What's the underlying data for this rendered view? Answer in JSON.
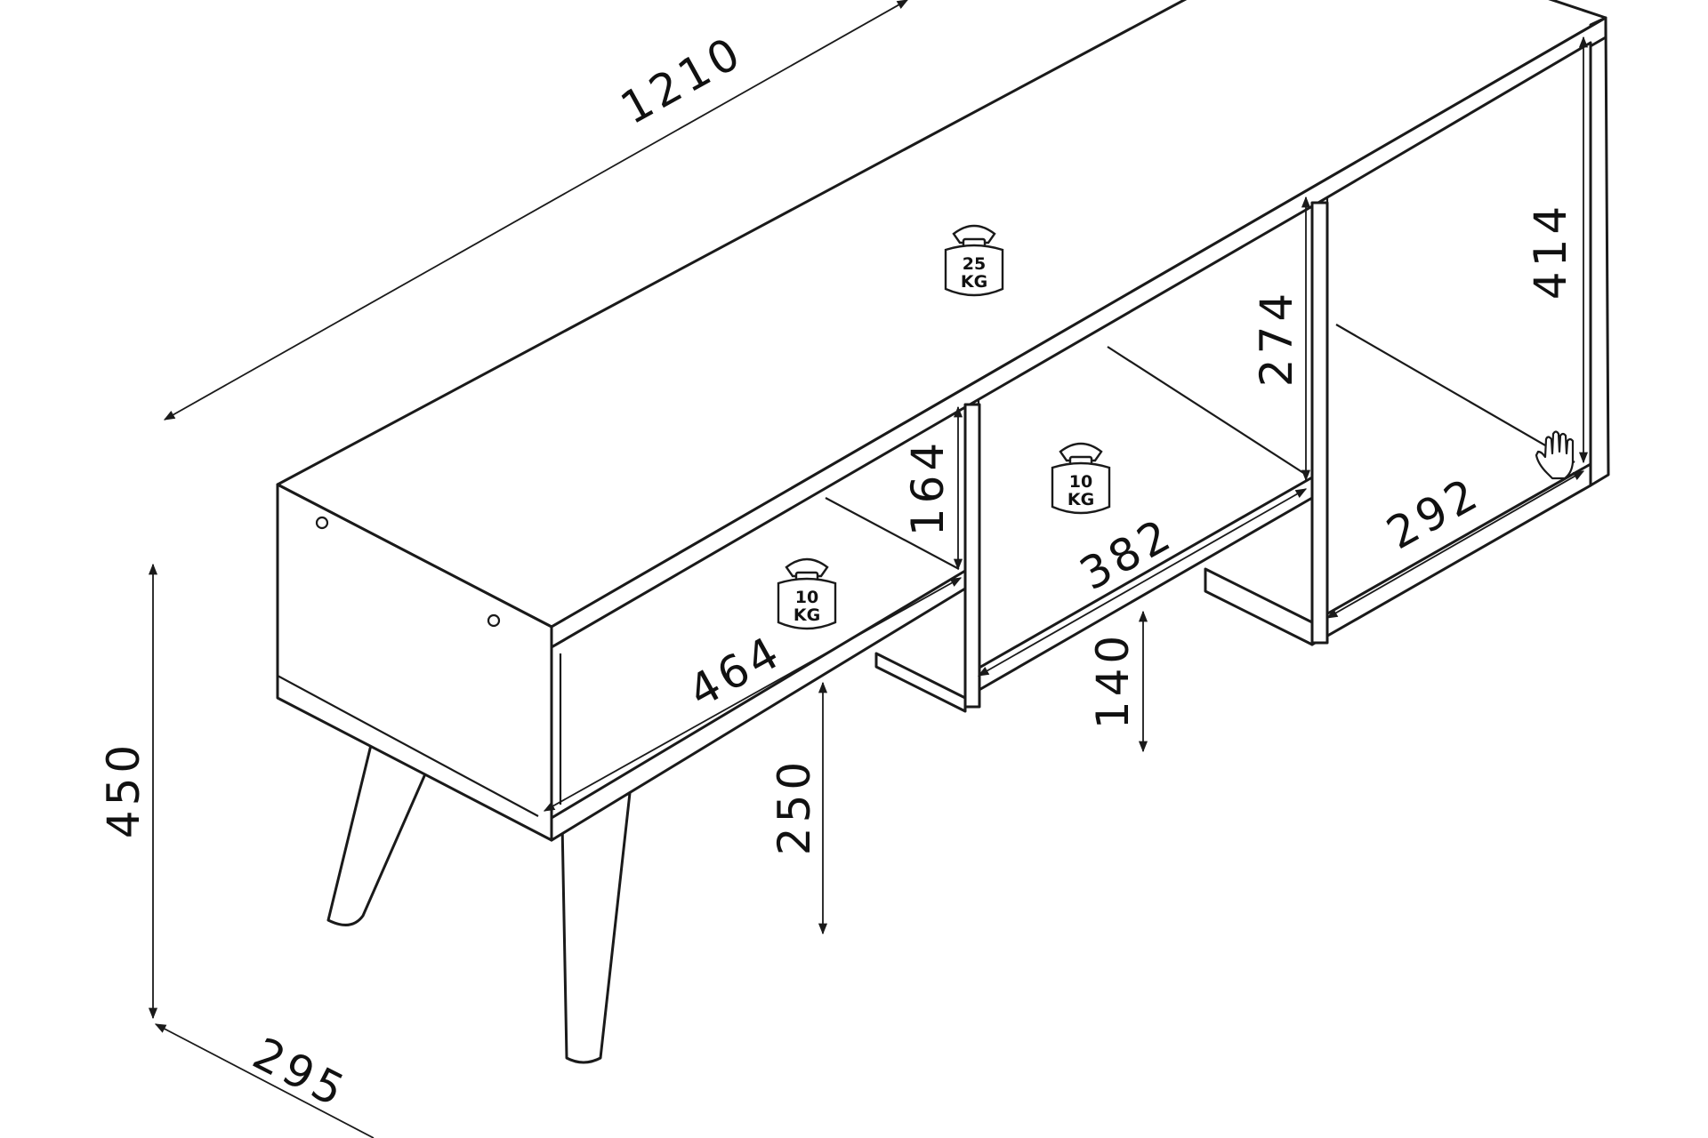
{
  "dimensions": {
    "total_width": "1210",
    "total_height": "450",
    "depth": "295",
    "left_shelf_width": "464",
    "center_shelf_width": "382",
    "right_shelf_width": "292",
    "left_opening_height": "164",
    "center_opening_height": "274",
    "right_opening_height": "414",
    "center_ground_clearance": "140",
    "left_ground_clearance": "250"
  },
  "loads": {
    "top_value": "25",
    "top_unit": "KG",
    "center_value": "10",
    "center_unit": "KG",
    "left_value": "10",
    "left_unit": "KG"
  },
  "icons": {
    "cursor": "hand-cursor-icon",
    "weight": "weight-icon"
  },
  "colors": {
    "line": "#1a1a1a",
    "background": "#ffffff"
  }
}
